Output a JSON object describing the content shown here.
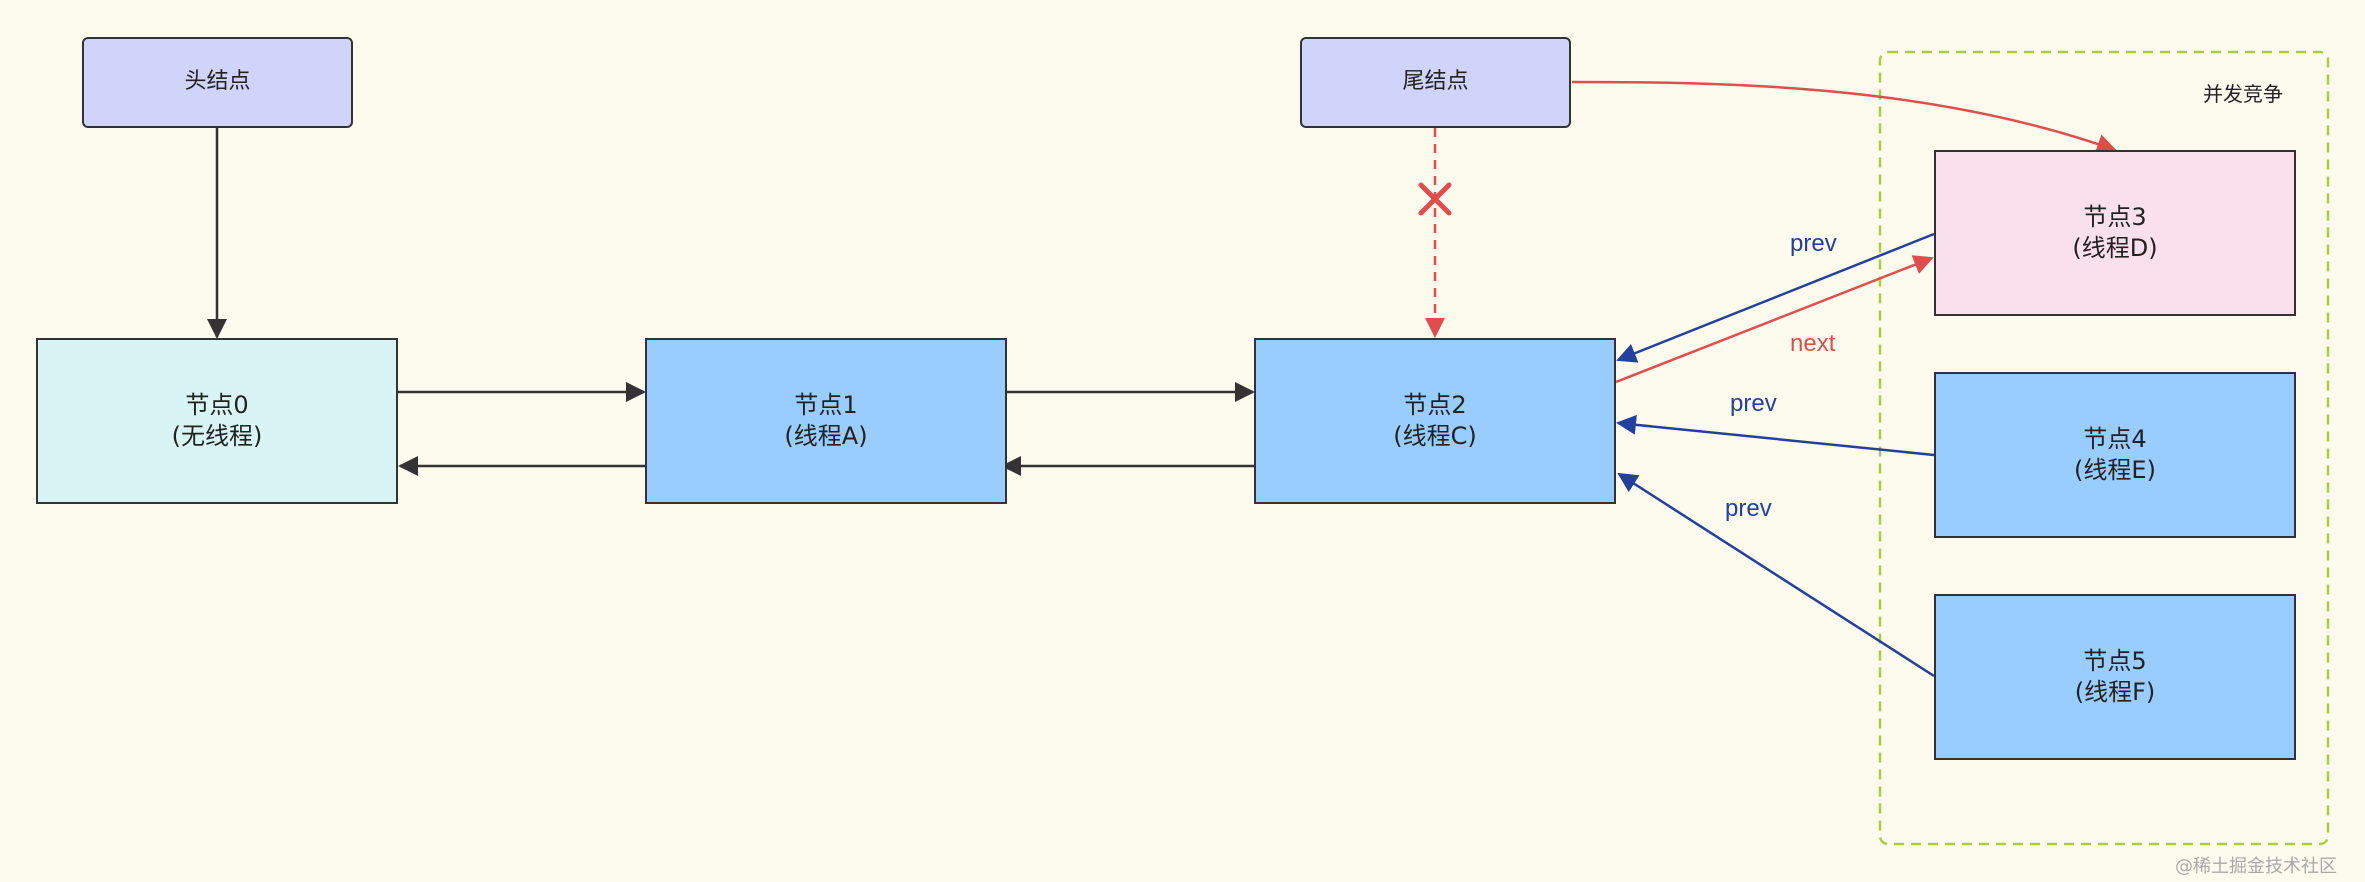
{
  "nodes": {
    "head": {
      "label": "头结点"
    },
    "tail": {
      "label": "尾结点"
    },
    "node0": {
      "line1": "节点0",
      "line2": "(无线程)"
    },
    "node1": {
      "line1": "节点1",
      "line2": "(线程A)"
    },
    "node2": {
      "line1": "节点2",
      "line2": "(线程C)"
    },
    "node3": {
      "line1": "节点3",
      "line2": "(线程D)"
    },
    "node4": {
      "line1": "节点4",
      "line2": "(线程E)"
    },
    "node5": {
      "line1": "节点5",
      "line2": "(线程F)"
    }
  },
  "group": {
    "label": "并发竞争"
  },
  "edge_labels": {
    "prev_node3": "prev",
    "next_node3": "next",
    "prev_node4": "prev",
    "prev_node5": "prev"
  },
  "watermark": "@稀土掘金技术社区",
  "colors": {
    "background": "#fdfbed",
    "head_tail_fill": "#d1d4fa",
    "node0_fill": "#d9f4f4",
    "thread_node_fill": "#99ccff",
    "contending_node_fill": "#fadfec",
    "group_border": "#a8cf3f",
    "next_edge": "#e04d4d",
    "prev_edge": "#23409e",
    "default_edge": "#333333"
  }
}
